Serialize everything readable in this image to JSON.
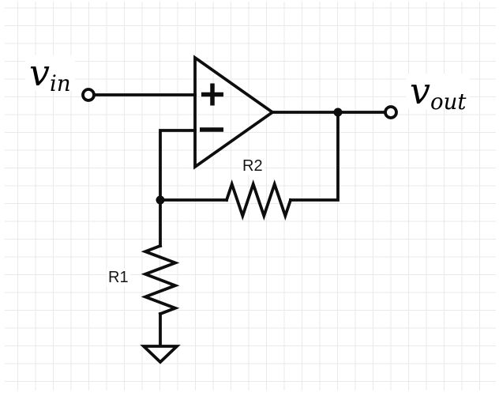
{
  "diagram": {
    "type": "circuit-schematic",
    "description": "Non-inverting operational amplifier with feedback resistor R2 and grounded resistor R1",
    "labels": {
      "vin": {
        "base": "v",
        "subscript": "in"
      },
      "vout": {
        "base": "v",
        "subscript": "out"
      },
      "r1": "R1",
      "r2": "R2"
    },
    "opamp": {
      "noninverting_input_mark": "+",
      "inverting_input_mark": "−"
    },
    "icons": {
      "opamp_body": "right-pointing-triangle",
      "plus_icon": "plus",
      "minus_icon": "minus",
      "input_terminal": "open-circle",
      "output_terminal": "open-circle",
      "ground_icon": "open-triangle-down",
      "junction_dots": "filled-dot"
    },
    "components": [
      {
        "name": "R1",
        "kind": "resistor",
        "orientation": "vertical"
      },
      {
        "name": "R2",
        "kind": "resistor",
        "orientation": "horizontal"
      },
      {
        "name": "op-amp",
        "kind": "operational-amplifier"
      },
      {
        "name": "ground",
        "kind": "ground-reference"
      }
    ],
    "colors": {
      "wire": "#0d0d0d",
      "grid_line": "#e9e9e9",
      "canvas_bg": "#ffffff",
      "label_text": "#151515"
    }
  }
}
